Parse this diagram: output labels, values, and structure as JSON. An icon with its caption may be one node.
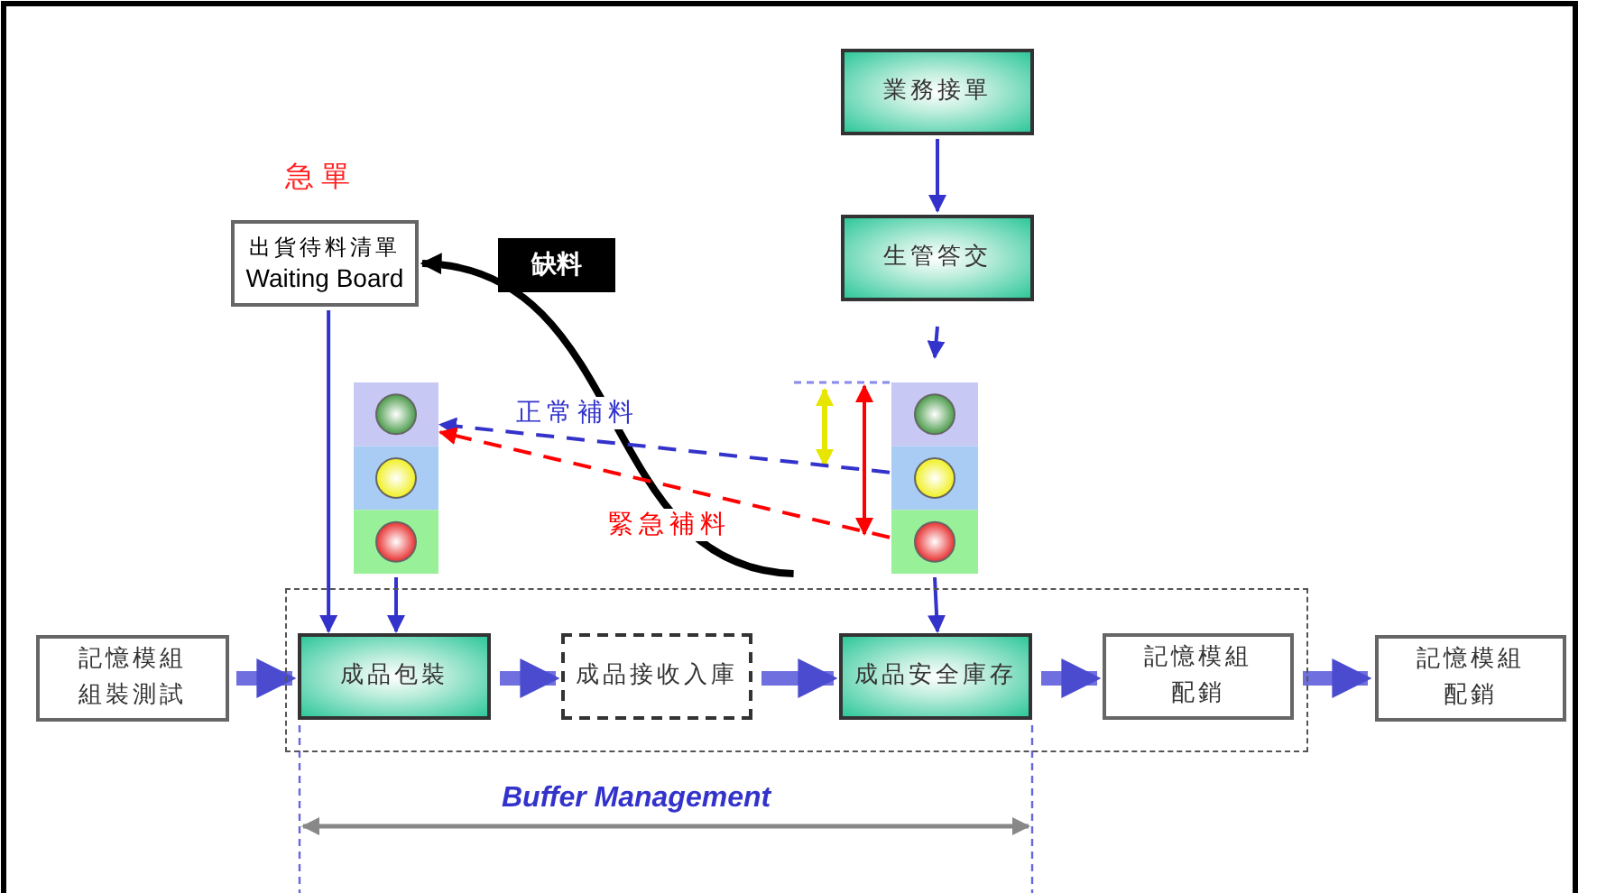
{
  "diagram": {
    "nodes": [
      {
        "text": [
          "業務接單"
        ]
      },
      {
        "text": [
          "生管答交"
        ]
      },
      {
        "text": [
          "出貨待料清單",
          "Waiting Board"
        ],
        "beside": [
          "急單"
        ]
      },
      {
        "text": [],
        "shape": "bar"
      },
      {
        "text": [],
        "shape": "bar"
      },
      {
        "text": [],
        "shape": "box"
      },
      {
        "text": [
          "記憶模組組裝測試"
        ]
      },
      {
        "text": [
          "成品包裝"
        ],
        "in": 5
      },
      {
        "text": [
          "成品接收入庫"
        ],
        "in": 5
      },
      {
        "text": [
          "成品安全庫存"
        ],
        "in": 5
      },
      {
        "text": [
          "記憶模組配銷"
        ],
        "in": 5
      },
      {
        "text": [
          "記憶模組配銷"
        ]
      }
    ],
    "edges": [
      {
        "from": 0,
        "to": 1,
        "arrow": "to"
      },
      {
        "from": 1,
        "to": 4,
        "arrow": "to"
      },
      {
        "from": 2,
        "to": 7,
        "arrow": "to"
      },
      {
        "from": 3,
        "to": 7,
        "arrow": "to"
      },
      {
        "from": 4,
        "to": 9,
        "arrow": "to"
      },
      {
        "from": 5,
        "to": 2,
        "arrow": "to",
        "label": "缺料",
        "style": "thick",
        "color": "#000000"
      },
      {
        "from": 4,
        "to": 3,
        "arrow": "to",
        "label": "正常補料",
        "style": "dashed"
      },
      {
        "from": 4,
        "to": 3,
        "arrow": "to",
        "label": "緊急補料",
        "style": "dashed",
        "color": "#ff0000"
      },
      {
        "from": 6,
        "to": 7,
        "arrow": "to",
        "style": "thick"
      },
      {
        "from": 7,
        "to": 8,
        "arrow": "to",
        "style": "thick"
      },
      {
        "from": 8,
        "to": 9,
        "arrow": "to",
        "style": "thick"
      },
      {
        "from": 9,
        "to": 10,
        "arrow": "to",
        "style": "thick"
      },
      {
        "from": 10,
        "to": 11,
        "arrow": "to",
        "style": "thick"
      }
    ],
    "labels": [
      "Buffer Management"
    ]
  }
}
